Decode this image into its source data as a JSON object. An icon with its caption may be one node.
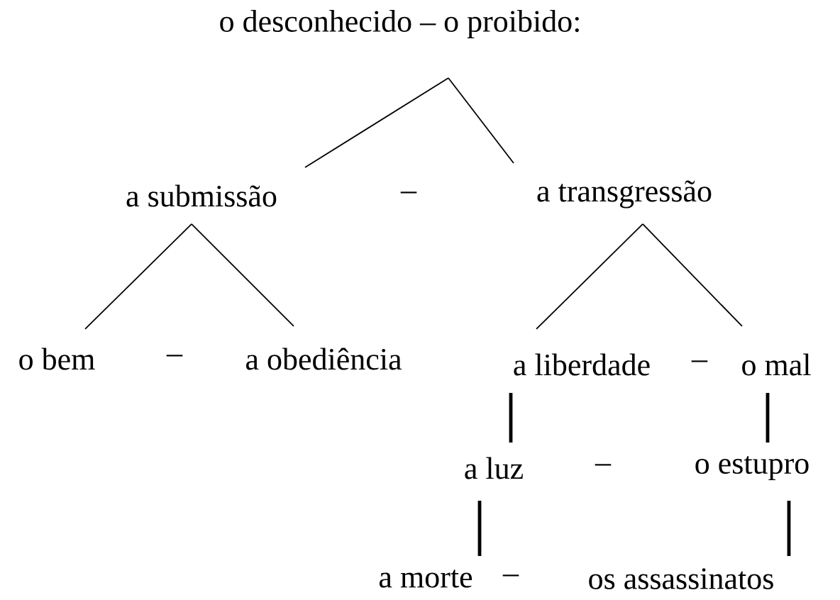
{
  "diagram": {
    "nodes": [
      {
        "text": [
          "o desconhecido – o proibido:"
        ]
      },
      {
        "text": [
          "a submissão"
        ]
      },
      {
        "text": [
          "a transgressão"
        ]
      },
      {
        "text": [
          "o bem"
        ]
      },
      {
        "text": [
          "a obediência"
        ]
      },
      {
        "text": [
          "a liberdade"
        ]
      },
      {
        "text": [
          "o mal"
        ]
      },
      {
        "text": [
          "a luz"
        ]
      },
      {
        "text": [
          "o estupro"
        ]
      },
      {
        "text": [
          "a morte"
        ]
      },
      {
        "text": [
          "os assassinatos"
        ]
      }
    ],
    "edges": [
      {
        "from": 0,
        "to": 1,
        "arrow": "none"
      },
      {
        "from": 0,
        "to": 2,
        "arrow": "none"
      },
      {
        "from": 1,
        "to": 3,
        "arrow": "none"
      },
      {
        "from": 1,
        "to": 4,
        "arrow": "none"
      },
      {
        "from": 2,
        "to": 5,
        "arrow": "none"
      },
      {
        "from": 2,
        "to": 6,
        "arrow": "none"
      },
      {
        "from": 5,
        "to": 7,
        "arrow": "none",
        "style": "thick"
      },
      {
        "from": 6,
        "to": 8,
        "arrow": "none",
        "style": "thick"
      },
      {
        "from": 7,
        "to": 9,
        "arrow": "none",
        "style": "thick"
      },
      {
        "from": 8,
        "to": 10,
        "arrow": "none",
        "style": "thick"
      }
    ],
    "labels": [
      "–",
      "–",
      "–",
      "–",
      "–"
    ]
  }
}
